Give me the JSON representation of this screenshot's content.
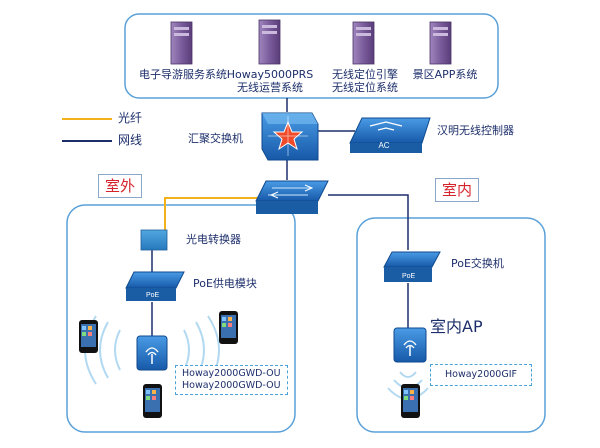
{
  "servers": [
    {
      "label_lines": [
        "电子导游服务系统"
      ]
    },
    {
      "label_lines": [
        "Howay5000PRS",
        "无线运营系统"
      ]
    },
    {
      "label_lines": [
        "无线定位引擎",
        "无线定位系统"
      ]
    },
    {
      "label_lines": [
        "景区APP系统"
      ]
    }
  ],
  "legend": {
    "fiber_label": "光纤",
    "cable_label": "网线",
    "fiber_color": "#f2b21b",
    "cable_color": "#1d2f6b"
  },
  "core": {
    "aggregation_switch_label": "汇聚交换机",
    "ac_label": "汉明无线控制器",
    "ac_text": "AC"
  },
  "outdoor": {
    "zone_label": "室外",
    "converter_label": "光电转换器",
    "poe_module_label": "PoE供电模块",
    "poe_text": "PoE",
    "ap_caption_lines": [
      "Howay2000GWD-OU",
      "Howay2000GWD-OU"
    ]
  },
  "indoor": {
    "zone_label": "室内",
    "poe_switch_label": "PoE交换机",
    "poe_text": "PoE",
    "ap_label": "室内AP",
    "ap_caption": "Howay2000GIF"
  },
  "colors": {
    "frame": "#5aa0d8",
    "device_blue": "#1f6fc4",
    "server_purple": "#6b4a8a",
    "zone_red": "#d4232b"
  }
}
